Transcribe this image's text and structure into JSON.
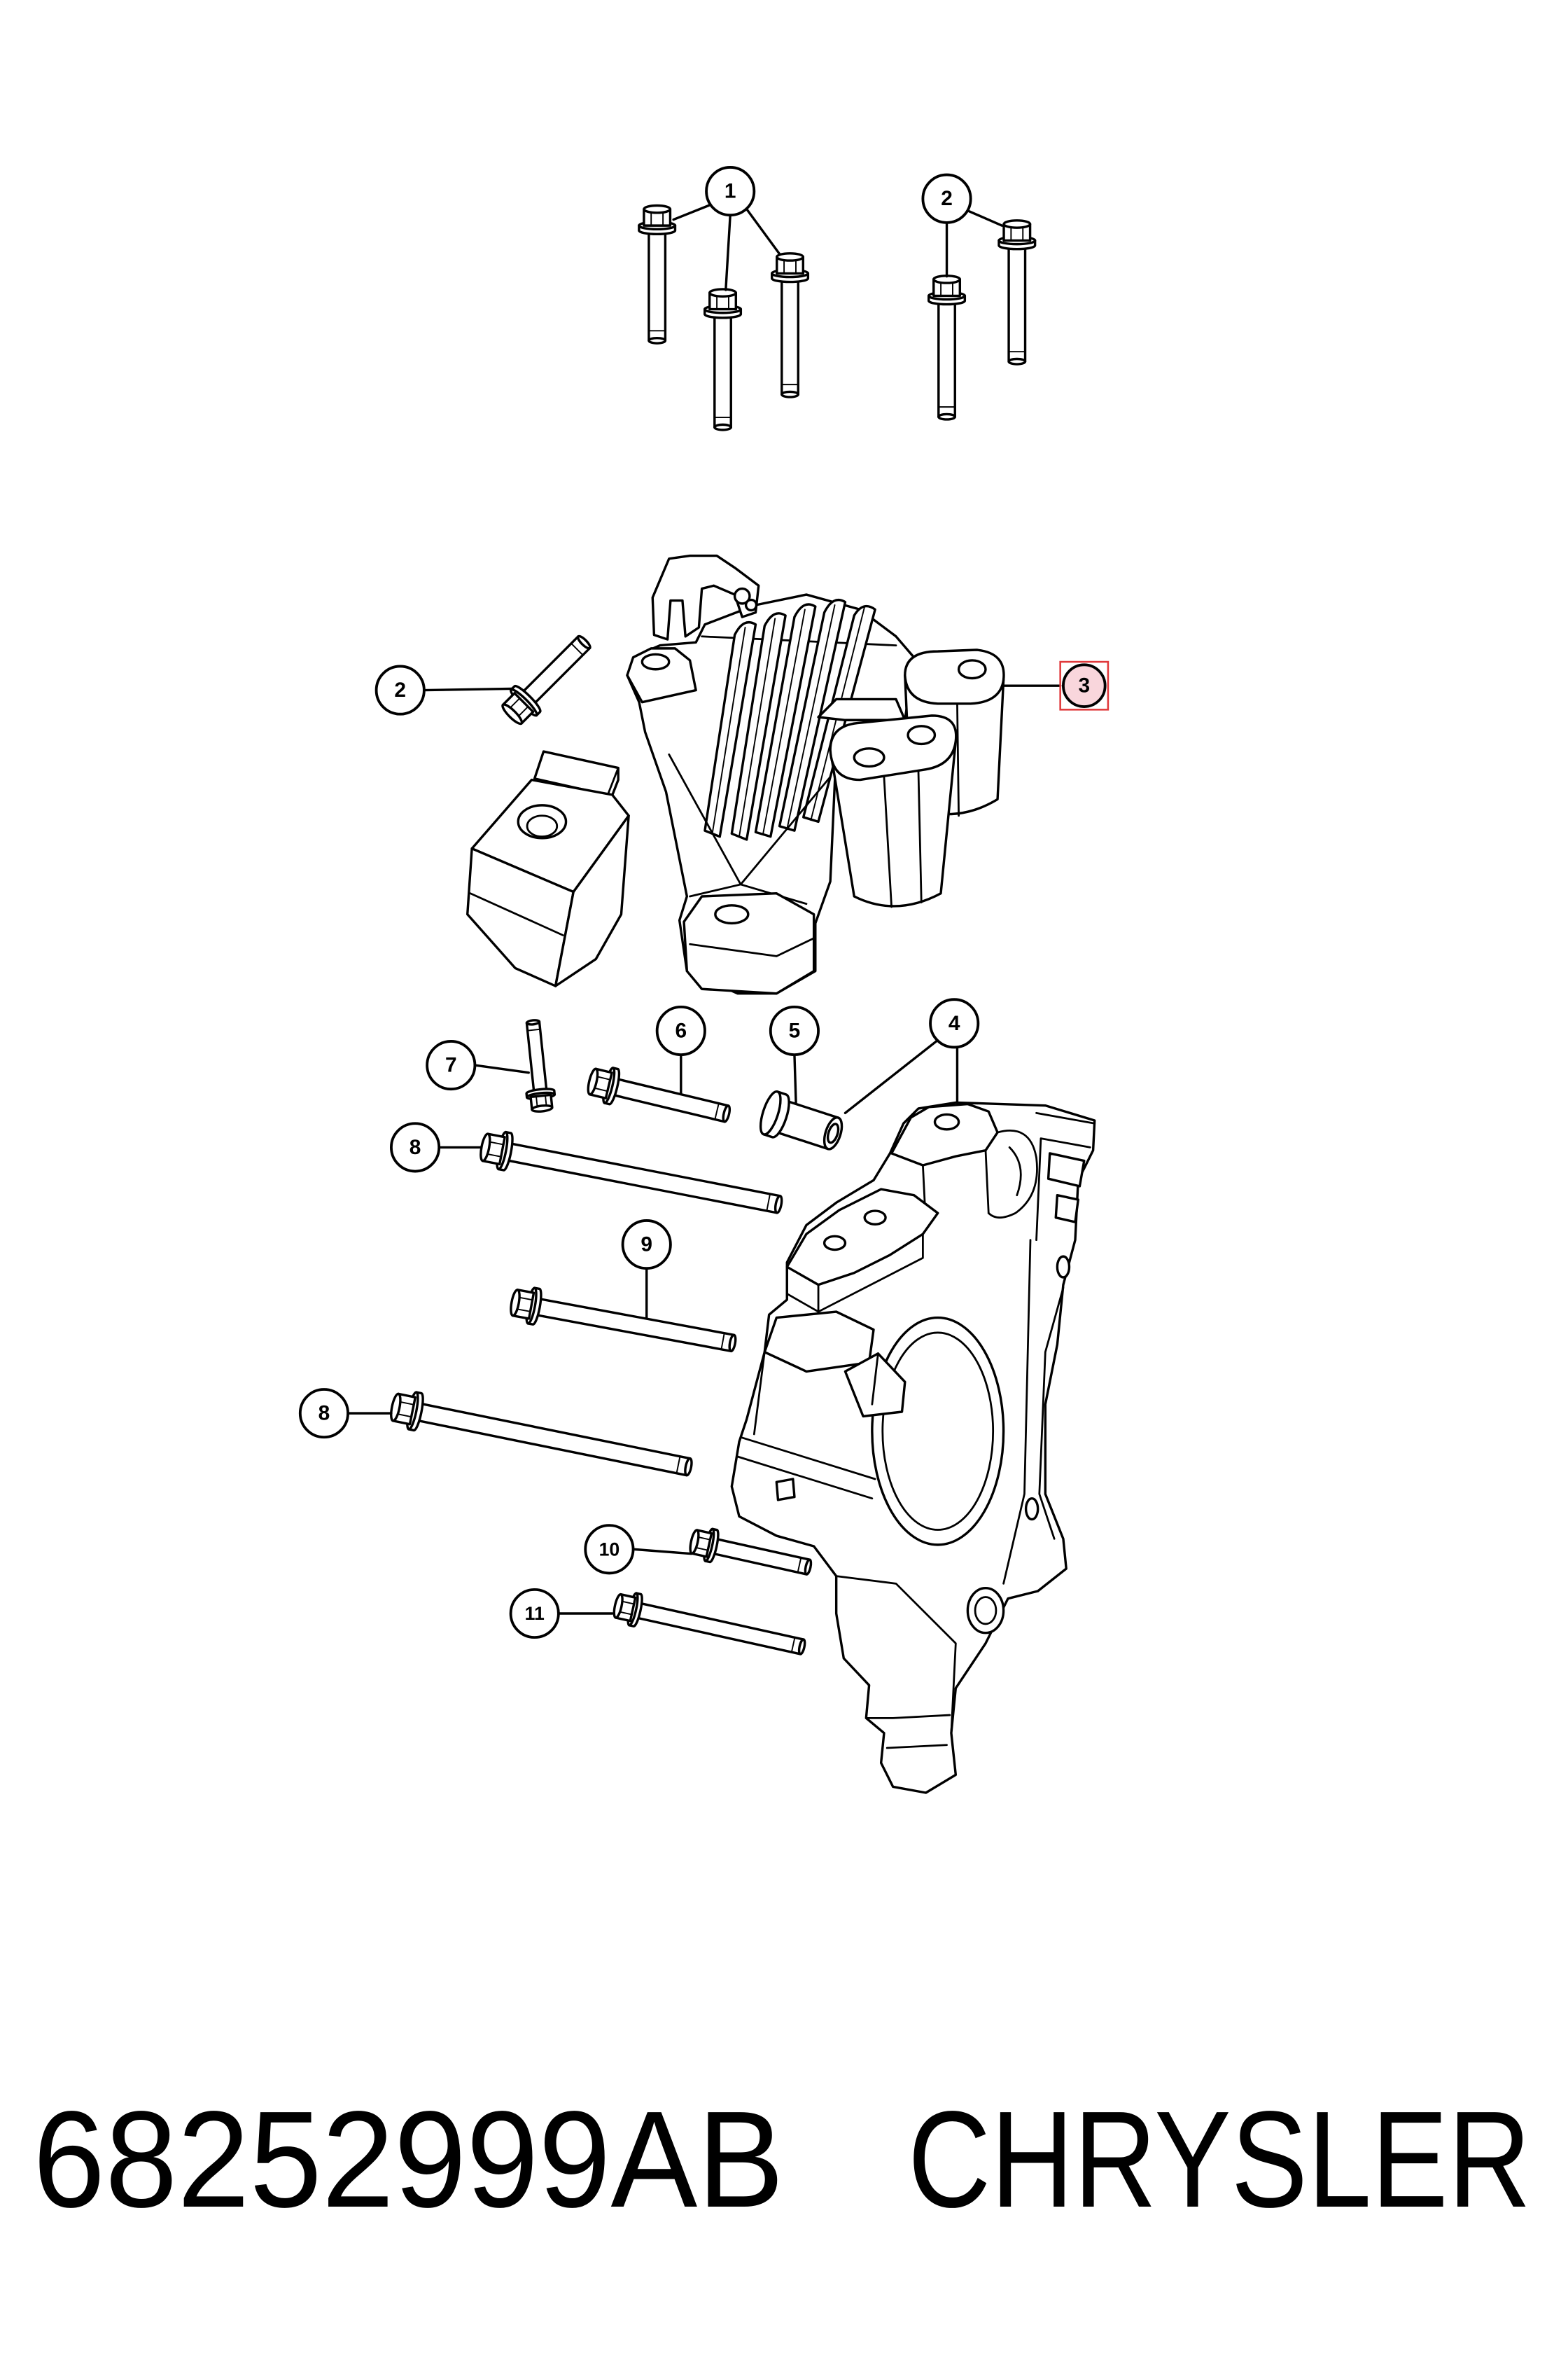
{
  "diagram": {
    "callouts": [
      {
        "label": "1"
      },
      {
        "label": "2"
      },
      {
        "label": "2"
      },
      {
        "label": "3",
        "selected": true
      },
      {
        "label": "4"
      },
      {
        "label": "5"
      },
      {
        "label": "6"
      },
      {
        "label": "7"
      },
      {
        "label": "8"
      },
      {
        "label": "9"
      },
      {
        "label": "8"
      },
      {
        "label": "10"
      },
      {
        "label": "11"
      }
    ],
    "colors": {
      "line": "#000000",
      "selected_fill": "#f9d6dc",
      "selected_outline": "#e0393b"
    }
  },
  "part_number": "68252999AB",
  "brand": "CHRYSLER"
}
